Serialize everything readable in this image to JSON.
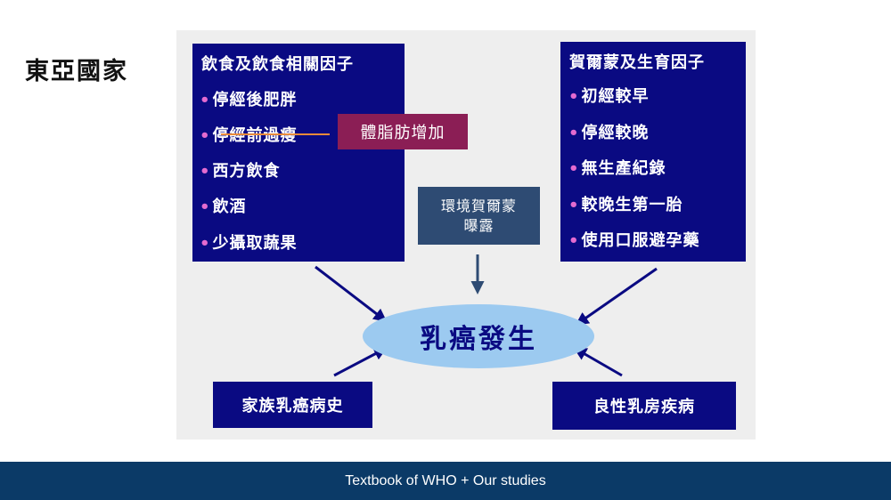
{
  "title": "東亞國家",
  "left_box": {
    "title": "飲食及飲食相關因子",
    "items": [
      {
        "bullet": "•",
        "text": "停經後肥胖"
      },
      {
        "bullet": "•",
        "text": "停經前過瘦"
      },
      {
        "bullet": "•",
        "text": "西方飲食"
      },
      {
        "bullet": "•",
        "text": "飲酒"
      },
      {
        "bullet": "•",
        "text": "少攝取蔬果"
      }
    ]
  },
  "callout": "體脂肪增加",
  "right_box": {
    "title": "賀爾蒙及生育因子",
    "items": [
      {
        "bullet": "•",
        "text": "初經較早"
      },
      {
        "bullet": "•",
        "text": "停經較晚"
      },
      {
        "bullet": "•",
        "text": "無生產紀錄"
      },
      {
        "bullet": "•",
        "text": "較晚生第一胎"
      },
      {
        "bullet": "•",
        "text": "使用口服避孕藥"
      }
    ]
  },
  "env_box": {
    "line1": "環境賀爾蒙",
    "line2": "曝露"
  },
  "center": "乳癌發生",
  "family_box": "家族乳癌病史",
  "benign_box": "良性乳房疾病",
  "footer": "Textbook of WHO + Our studies",
  "colors": {
    "navy": "#0a0a82",
    "callout": "#8b1e55",
    "env": "#2e4b73",
    "ellipse": "#9ccaf0",
    "footer": "#0b3a67",
    "bullet": "#e46bd0",
    "strike": "#e98a3a"
  }
}
